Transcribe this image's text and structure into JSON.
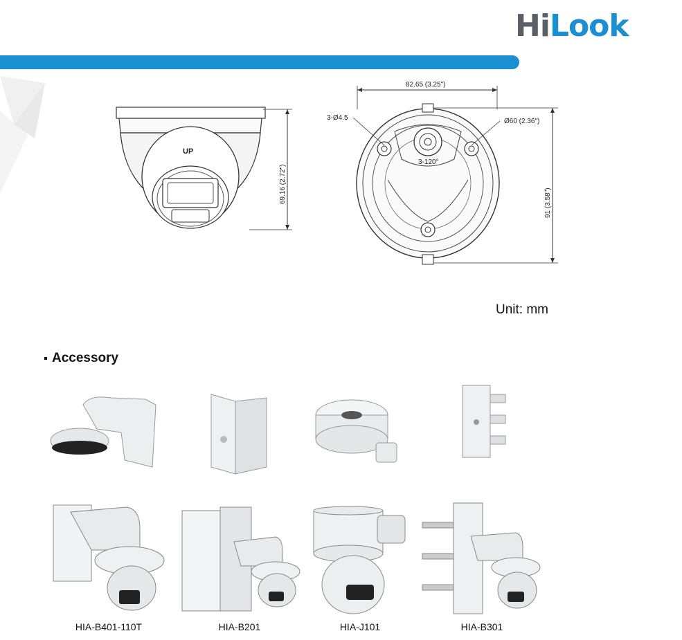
{
  "brand": {
    "logo_hi": "Hi",
    "logo_look": "Look"
  },
  "colors": {
    "brand_blue": "#1a8fd1",
    "logo_grey": "#5b5f66"
  },
  "dimensions": {
    "front_height": "69.16 (2.72\")",
    "base_width": "82.65 (3.25\")",
    "base_height": "91 (3.58\")",
    "hole_label": "3-Ø4.5",
    "circle_label": "Ø60 (2.36\")",
    "angle_label": "3-120°",
    "camera_marking": "UP"
  },
  "unit_label": "Unit: mm",
  "section": {
    "title": "Accessory"
  },
  "accessories_row1": [
    "wall-mount-bracket",
    "corner-mount-plate",
    "junction-box",
    "pole-mount-plate"
  ],
  "accessories_row2": [
    {
      "label": "HIA-B401-110T"
    },
    {
      "label": "HIA-B201"
    },
    {
      "label": "HIA-J101"
    },
    {
      "label": "HIA-B301"
    }
  ]
}
